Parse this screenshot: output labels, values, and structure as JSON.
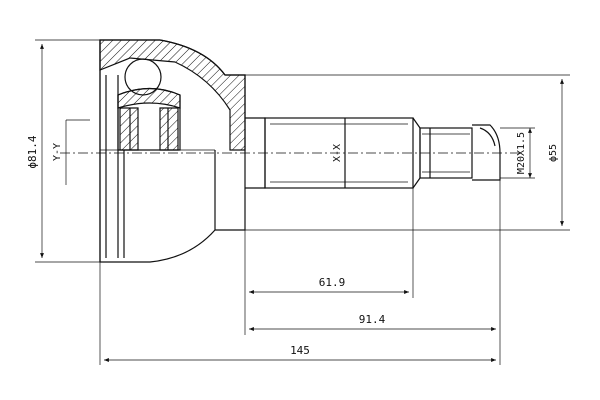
{
  "drawing": {
    "dimensions": {
      "overall_length": "145",
      "spline_to_end": "91.4",
      "spline_length": "61.9",
      "bell_diameter": "ϕ81.4",
      "shaft_diameter": "ϕ55",
      "thread": "M20X1.5"
    },
    "labels": {
      "section_y": "Y-Y",
      "section_x": "X-X"
    }
  }
}
